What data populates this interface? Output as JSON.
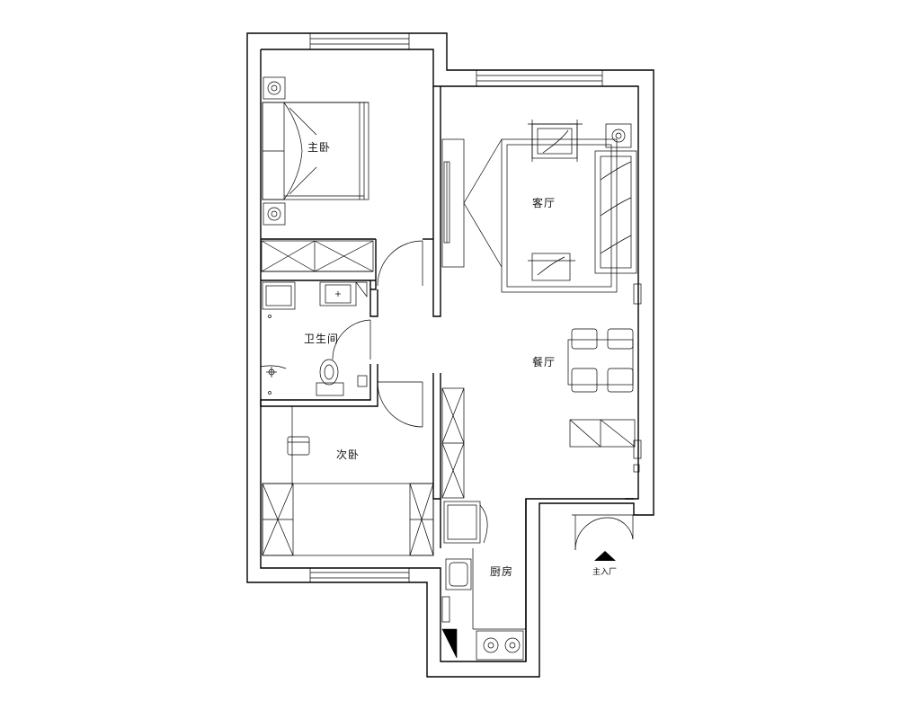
{
  "rooms": {
    "master_bedroom": "主卧",
    "living_room": "客厅",
    "bathroom": "卫生间",
    "dining_room": "餐厅",
    "second_bedroom": "次卧",
    "kitchen": "厨房"
  },
  "entrance_label": "主入厂"
}
